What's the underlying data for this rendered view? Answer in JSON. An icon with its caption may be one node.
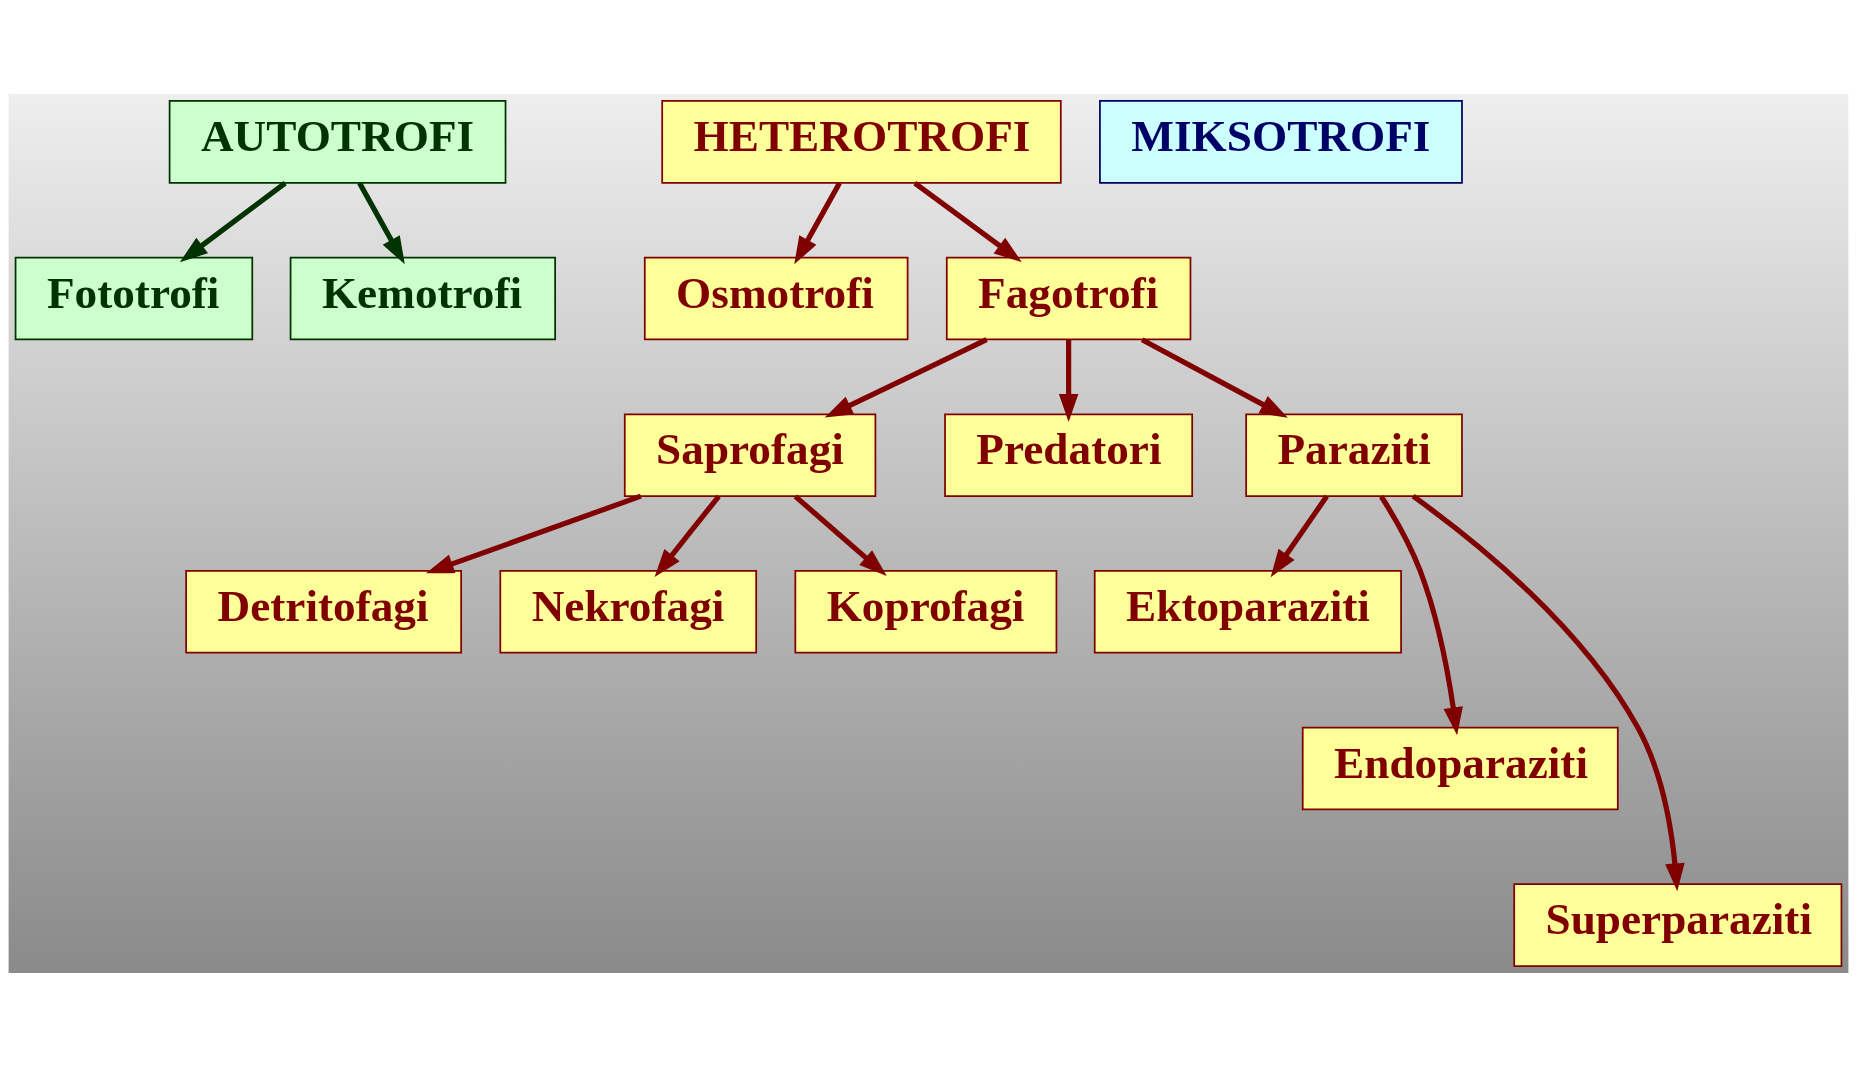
{
  "diagram": {
    "nodes": [
      {
        "text": [
          "AUTOTROFI"
        ]
      },
      {
        "text": [
          "HETEROTROFI"
        ]
      },
      {
        "text": [
          "MIKSOTROFI"
        ]
      },
      {
        "text": [
          "Fototrofi"
        ]
      },
      {
        "text": [
          "Kemotrofi"
        ]
      },
      {
        "text": [
          "Osmotrofi"
        ]
      },
      {
        "text": [
          "Fagotrofi"
        ]
      },
      {
        "text": [
          "Saprofagi"
        ]
      },
      {
        "text": [
          "Predatori"
        ]
      },
      {
        "text": [
          "Paraziti"
        ]
      },
      {
        "text": [
          "Detritofagi"
        ]
      },
      {
        "text": [
          "Nekrofagi"
        ]
      },
      {
        "text": [
          "Koprofagi"
        ]
      },
      {
        "text": [
          "Ektoparaziti"
        ]
      },
      {
        "text": [
          "Endoparaziti"
        ]
      },
      {
        "text": [
          "Superparaziti"
        ]
      }
    ],
    "edges": [
      {
        "from": 0,
        "to": 3,
        "arrow": "to",
        "color": "#003300"
      },
      {
        "from": 0,
        "to": 4,
        "arrow": "to",
        "color": "#003300"
      },
      {
        "from": 1,
        "to": 5,
        "arrow": "to"
      },
      {
        "from": 1,
        "to": 6,
        "arrow": "to"
      },
      {
        "from": 6,
        "to": 7,
        "arrow": "to"
      },
      {
        "from": 6,
        "to": 8,
        "arrow": "to"
      },
      {
        "from": 6,
        "to": 9,
        "arrow": "to"
      },
      {
        "from": 7,
        "to": 10,
        "arrow": "to"
      },
      {
        "from": 7,
        "to": 11,
        "arrow": "to"
      },
      {
        "from": 7,
        "to": 12,
        "arrow": "to"
      },
      {
        "from": 9,
        "to": 15,
        "arrow": "to"
      },
      {
        "from": 9,
        "to": 14,
        "arrow": "to"
      },
      {
        "from": 9,
        "to": 13,
        "arrow": "to"
      }
    ]
  }
}
